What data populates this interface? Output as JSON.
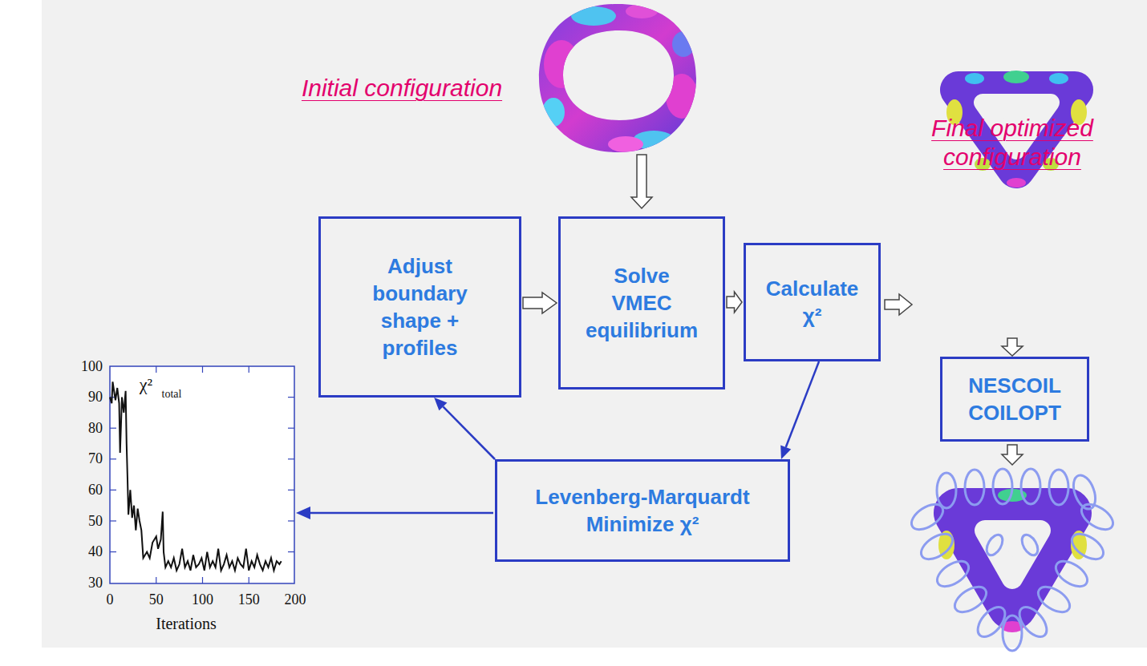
{
  "diagram": {
    "nodes": [
      {
        "text": [
          "Adjust boundary shape + profiles"
        ]
      },
      {
        "text": [
          "Solve VMEC equilibrium"
        ]
      },
      {
        "text": [
          "Calculate χ²"
        ]
      },
      {
        "text": [
          "Levenberg-Marquardt Minimize χ²"
        ]
      },
      {
        "text": [
          "NESCOIL COILOPT"
        ]
      }
    ],
    "edges": [
      {
        "from": 0,
        "to": 1,
        "arrow": "to"
      },
      {
        "from": 1,
        "to": 2,
        "arrow": "to"
      },
      {
        "from": 2,
        "to": 3,
        "arrow": "to"
      },
      {
        "from": 3,
        "to": 0,
        "arrow": "to"
      }
    ],
    "labels": [
      "Initial configuration",
      "Final optimized configuration",
      "100",
      "90",
      "80",
      "70",
      "60",
      "50",
      "40",
      "30",
      "0",
      "50",
      "100",
      "150",
      "200",
      "Iterations",
      "χ²",
      "total"
    ]
  }
}
